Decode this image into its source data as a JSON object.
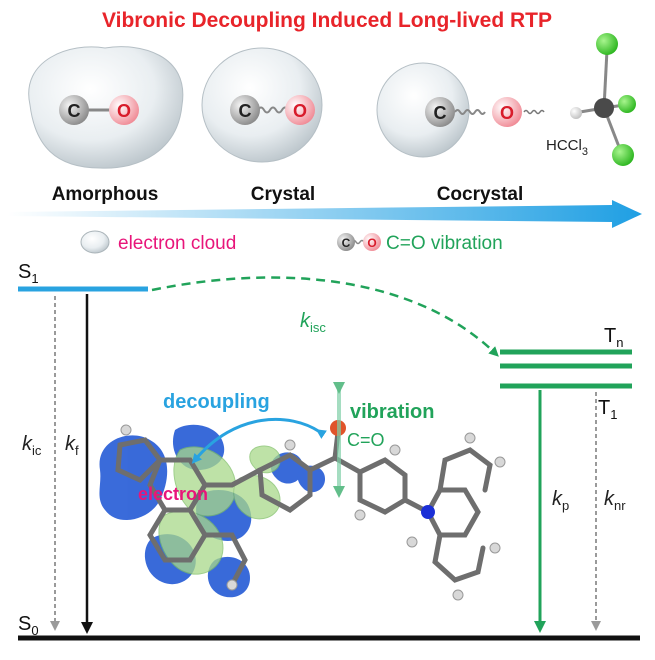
{
  "title": "Vibronic Decoupling Induced Long-lived RTP",
  "states": {
    "amorphous": "Amorphous",
    "crystal": "Crystal",
    "cocrystal": "Cocrystal",
    "solvent": {
      "main": "HCCl",
      "sub": "3"
    }
  },
  "atoms": {
    "carbon": "C",
    "oxygen": "O"
  },
  "legend": {
    "cloud": "electron cloud",
    "vibration": "C=O vibration"
  },
  "levels": {
    "s1": {
      "main": "S",
      "sub": "1"
    },
    "s0": {
      "main": "S",
      "sub": "0"
    },
    "tn": {
      "main": "T",
      "sub": "n"
    },
    "t1": {
      "main": "T",
      "sub": "1"
    }
  },
  "rates": {
    "kisc": {
      "main": "k",
      "sub": "isc"
    },
    "kic": {
      "main": "k",
      "sub": "ic"
    },
    "kf": {
      "main": "k",
      "sub": "f"
    },
    "kp": {
      "main": "k",
      "sub": "p"
    },
    "knr": {
      "main": "k",
      "sub": "nr"
    }
  },
  "molecule_labels": {
    "decoupling": "decoupling",
    "vibration": "vibration",
    "co": "C=O",
    "electron": "electron"
  },
  "colors": {
    "title_red": "#e8242a",
    "level_blue": "#29a3e0",
    "triplet_green": "#21a35a",
    "label_magenta": "#e8157a",
    "orbital_blue": "#2f63d8",
    "orbital_green": "#a9d98a"
  }
}
